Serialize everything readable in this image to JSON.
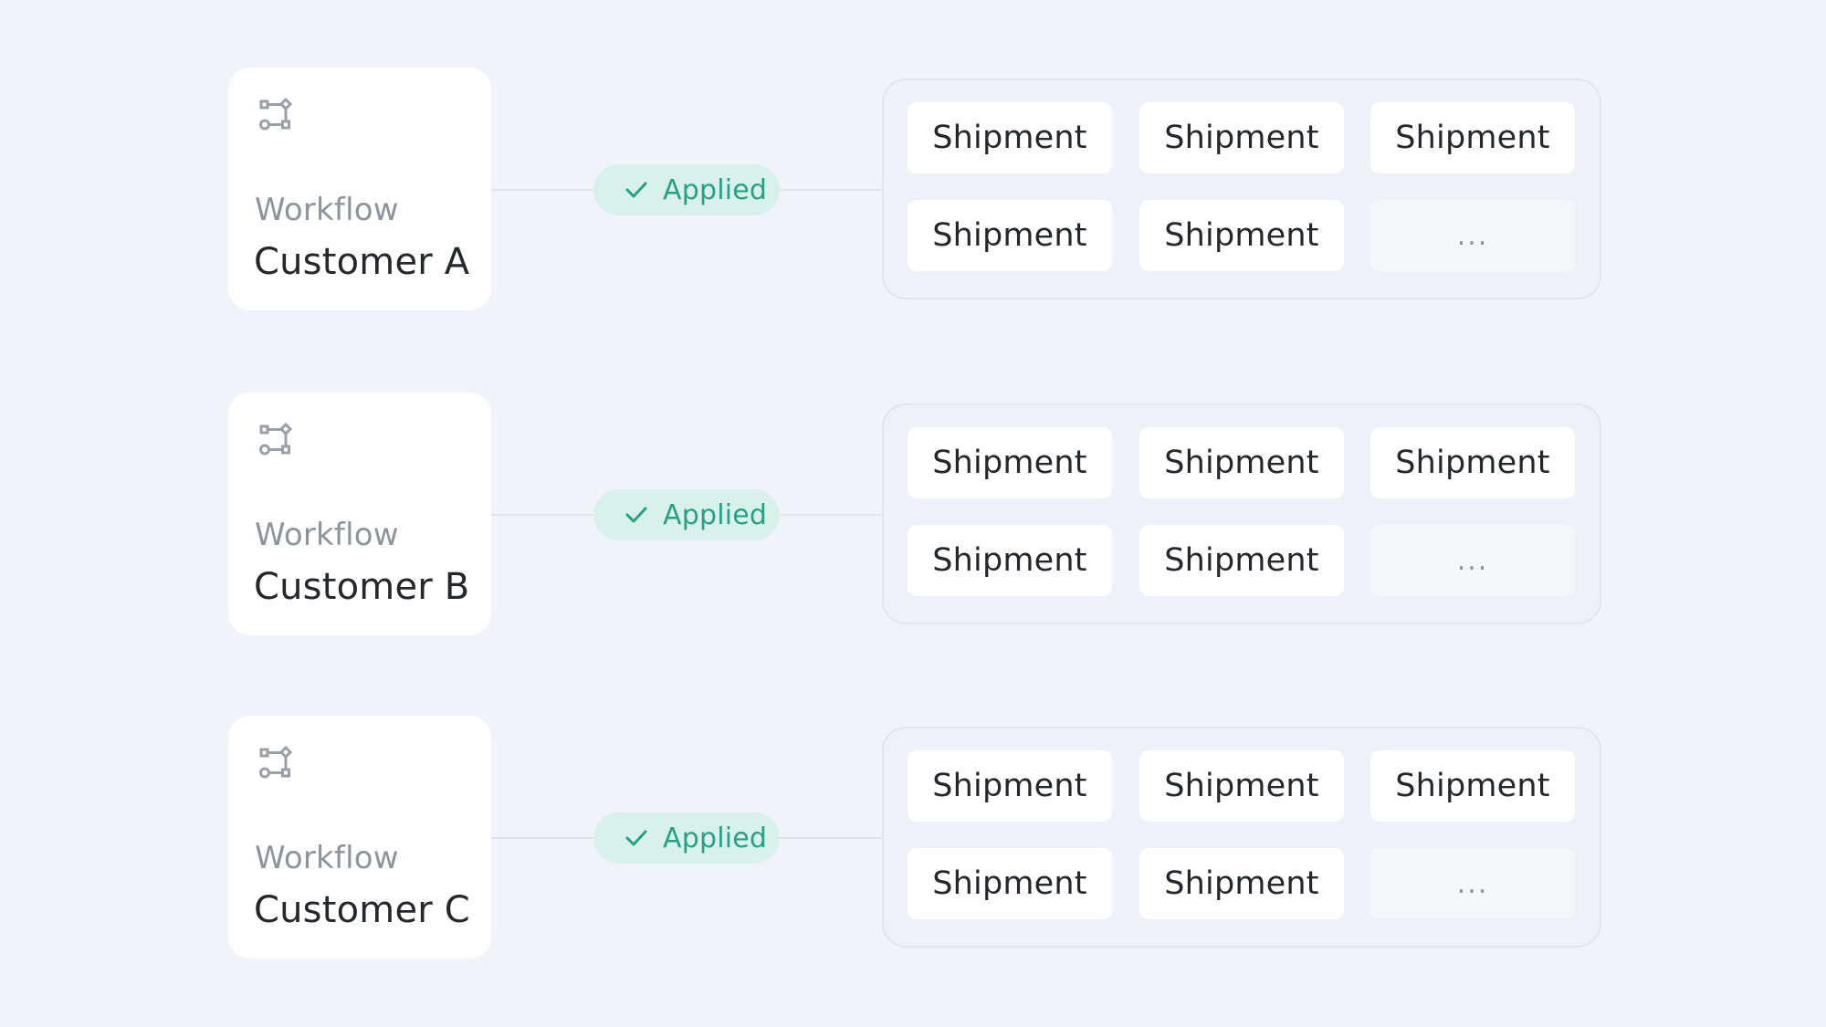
{
  "colors": {
    "background": "#f0f3f7",
    "card": "#ffffff",
    "status_fill": "#d9f1eb",
    "status_text": "#27a184",
    "muted_text": "#8e949c",
    "primary_text": "#24272b"
  },
  "workflows": [
    {
      "icon": "workflow-icon",
      "kind": "Workflow",
      "customer": "Customer A",
      "status": "Applied",
      "shipments": [
        "Shipment",
        "Shipment",
        "Shipment",
        "Shipment",
        "Shipment"
      ],
      "more": "..."
    },
    {
      "icon": "workflow-icon",
      "kind": "Workflow",
      "customer": "Customer B",
      "status": "Applied",
      "shipments": [
        "Shipment",
        "Shipment",
        "Shipment",
        "Shipment",
        "Shipment"
      ],
      "more": "..."
    },
    {
      "icon": "workflow-icon",
      "kind": "Workflow",
      "customer": "Customer C",
      "status": "Applied",
      "shipments": [
        "Shipment",
        "Shipment",
        "Shipment",
        "Shipment",
        "Shipment"
      ],
      "more": "..."
    }
  ]
}
